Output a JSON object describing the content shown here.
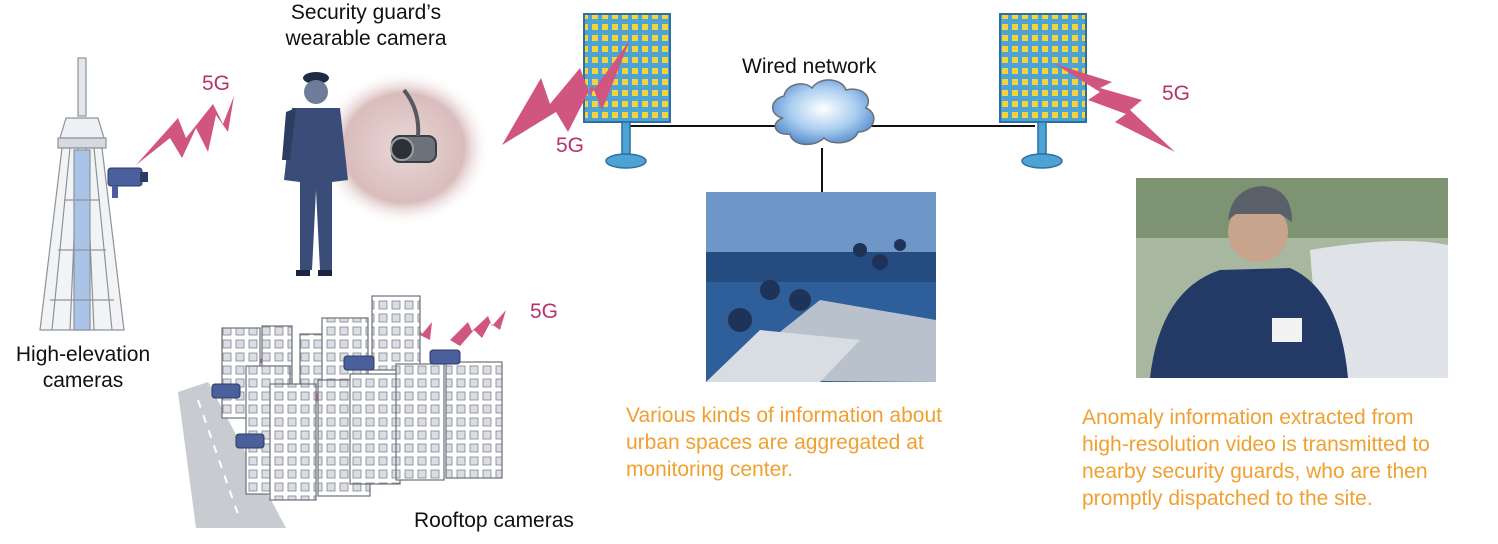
{
  "labels": {
    "guard_camera": [
      "Security guard’s",
      "wearable camera"
    ],
    "high_elevation": [
      "High-elevation",
      "cameras"
    ],
    "rooftop": "Rooftop cameras",
    "wired_network": "Wired network",
    "five_g": "5G"
  },
  "captions": {
    "monitoring": [
      "Various kinds of information about",
      "urban spaces are aggregated at",
      "monitoring center."
    ],
    "anomaly": [
      "Anomaly information extracted from",
      "high-resolution video is transmitted to",
      "nearby security guards, who are then",
      "promptly dispatched to the site."
    ]
  },
  "colors": {
    "accent_5g": "#b8326e",
    "wireless_bolt": "#d0557f",
    "caption": "#f0a030",
    "antenna_panel": "#4da3d6",
    "antenna_dot": "#f5d33a"
  },
  "icons": [
    "tower-icon",
    "camera-icon",
    "antenna-icon",
    "cloud-icon",
    "building-icon",
    "lightning-bolt-icon"
  ]
}
